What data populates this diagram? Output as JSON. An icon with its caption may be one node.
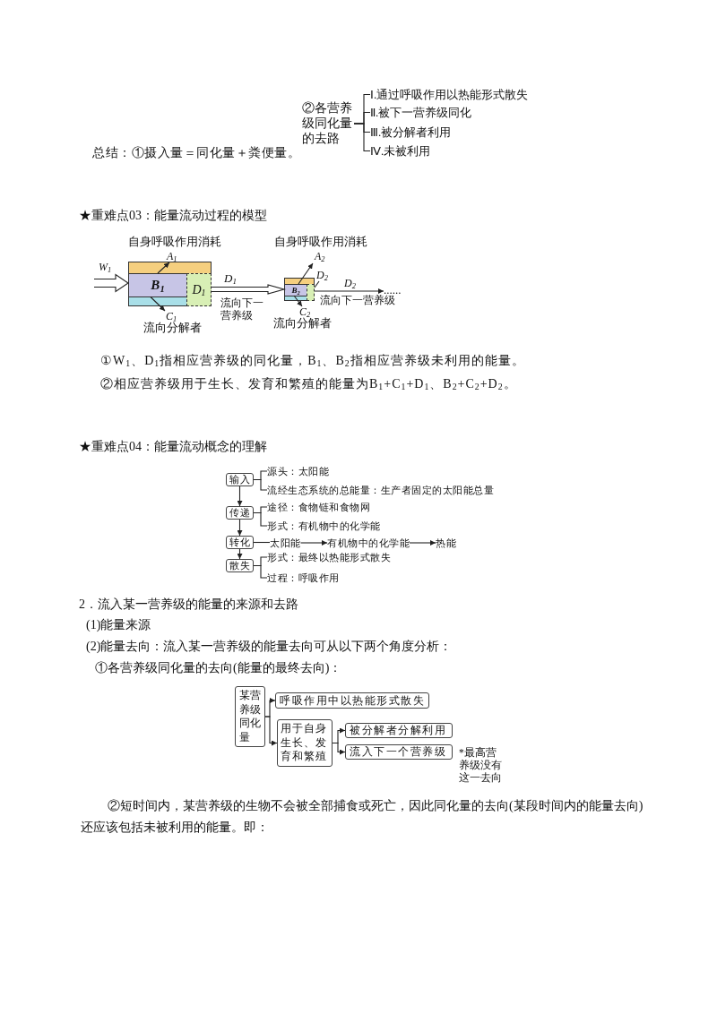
{
  "diagram": {
    "nodes": [
      {
        "text": [
          "②各营养级同化量的去路"
        ]
      },
      {
        "text": [
          "Ⅰ.通过呼吸作用以热能形式散失"
        ]
      },
      {
        "text": [
          "Ⅱ.被下一营养级同化"
        ]
      },
      {
        "text": [
          "Ⅲ.被分解者利用"
        ]
      },
      {
        "text": [
          "Ⅳ.未被利用"
        ]
      },
      {
        "text": [],
        "shape": "box"
      },
      {
        "text": [
          "B$_{1}$"
        ]
      },
      {
        "text": [],
        "shape": "box"
      },
      {
        "text": [
          "D$_{1}$"
        ]
      },
      {
        "text": [
          "A$_{1}$"
        ],
        "beside": [
          "自身呼吸作用消耗"
        ]
      },
      {
        "text": [
          "C$_{1}$"
        ],
        "beside": [
          "流向分解者"
        ]
      },
      {
        "text": [],
        "shape": "box"
      },
      {
        "text": [
          "B$_{2}$"
        ]
      },
      {
        "text": [],
        "shape": "box"
      },
      {
        "text": [],
        "shape": "box"
      },
      {
        "text": [
          "A$_{2}$"
        ],
        "beside": [
          "自身呼吸作用消耗"
        ]
      },
      {
        "text": [
          "D$_{2}$"
        ]
      },
      {
        "text": [
          "C$_{2}$"
        ],
        "beside": [
          "流向分解者"
        ]
      },
      {
        "text": [
          "......"
        ]
      },
      {
        "text": [
          "输入"
        ]
      },
      {
        "text": [
          "源头：太阳能"
        ]
      },
      {
        "text": [
          "流经生态系统的总能量：生产者固定的太阳能总量"
        ]
      },
      {
        "text": [
          "传递"
        ]
      },
      {
        "text": [
          "途径：食物链和食物网"
        ]
      },
      {
        "text": [
          "形式：有机物中的化学能"
        ]
      },
      {
        "text": [
          "转化"
        ]
      },
      {
        "text": [
          "太阳能"
        ]
      },
      {
        "text": [
          "有机物中的化学能"
        ]
      },
      {
        "text": [
          "热能"
        ]
      },
      {
        "text": [
          "散失"
        ]
      },
      {
        "text": [
          "形式：最终以热能形式散失"
        ]
      },
      {
        "text": [
          "过程：呼吸作用"
        ]
      },
      {
        "text": [
          "某营养级同化量"
        ]
      },
      {
        "text": [
          "呼吸作用中以热能形式散失"
        ]
      },
      {
        "text": [
          "用于自身生长、发育和繁殖"
        ]
      },
      {
        "text": [
          "被分解者分解利用"
        ]
      },
      {
        "text": [
          "流入下一个营养级"
        ],
        "beside": [
          "*最高营养级没有这一去向"
        ]
      }
    ],
    "edges": [
      {
        "from": 0,
        "to": 1,
        "arrow": "none"
      },
      {
        "from": 0,
        "to": 2,
        "arrow": "none"
      },
      {
        "from": 0,
        "to": 3,
        "arrow": "none"
      },
      {
        "from": 0,
        "to": 4,
        "arrow": "none"
      },
      {
        "from": null,
        "to": 6,
        "arrow": "to",
        "label": "W$_{1}$",
        "style": "thick"
      },
      {
        "from": 5,
        "to": 9,
        "arrow": "to"
      },
      {
        "from": 7,
        "to": 10,
        "arrow": "to"
      },
      {
        "from": 8,
        "to": 12,
        "arrow": "to",
        "label": "D$_{1}$",
        "style": "thick"
      },
      {
        "from": 11,
        "to": 15,
        "arrow": "to"
      },
      {
        "from": 14,
        "to": 16,
        "arrow": "none"
      },
      {
        "from": 13,
        "to": 17,
        "arrow": "to"
      },
      {
        "from": 14,
        "to": 18,
        "arrow": "to",
        "label": "D$_{2}$"
      },
      {
        "from": 19,
        "to": 20,
        "arrow": "none"
      },
      {
        "from": 19,
        "to": 21,
        "arrow": "none"
      },
      {
        "from": 19,
        "to": 22,
        "arrow": "to"
      },
      {
        "from": 22,
        "to": 23,
        "arrow": "none"
      },
      {
        "from": 22,
        "to": 24,
        "arrow": "none"
      },
      {
        "from": 22,
        "to": 25,
        "arrow": "to"
      },
      {
        "from": 25,
        "to": 26,
        "arrow": "none"
      },
      {
        "from": 26,
        "to": 27,
        "arrow": "to"
      },
      {
        "from": 27,
        "to": 28,
        "arrow": "to"
      },
      {
        "from": 25,
        "to": 29,
        "arrow": "to"
      },
      {
        "from": 29,
        "to": 30,
        "arrow": "none"
      },
      {
        "from": 29,
        "to": 31,
        "arrow": "none"
      },
      {
        "from": 32,
        "to": 33,
        "arrow": "to"
      },
      {
        "from": 32,
        "to": 34,
        "arrow": "to"
      },
      {
        "from": 34,
        "to": 35,
        "arrow": "to"
      },
      {
        "from": 34,
        "to": 36,
        "arrow": "to"
      }
    ],
    "labels": [
      "总结：①摄入量＝同化量＋粪便量。",
      "★重难点03：能量流动过程的模型",
      "流向下一营养级",
      "流向下一营养级",
      "①W$_{1}$、D$_{1}$指相应营养级的同化量，B$_{1}$、B$_{2}$指相应营养级未利用的能量。",
      "②相应营养级用于生长、发育和繁殖的能量为B$_{1}$+C$_{1}$+D$_{1}$、B$_{2}$+C$_{2}$+D$_{2}$。",
      "★重难点04：能量流动概念的理解",
      "2．流入某一营养级的能量的来源和去路",
      "(1)能量来源",
      "(2)能量去向：流入某一营养级的能量去向可从以下两个角度分析：",
      "①各营养级同化量的去向(能量的最终去向)：",
      "②短时间内，某营养级的生物不会被全部捕食或死亡，因此同化量的去向(某段时间内的能量去向)还应该包括未被利用的能量。即："
    ]
  }
}
